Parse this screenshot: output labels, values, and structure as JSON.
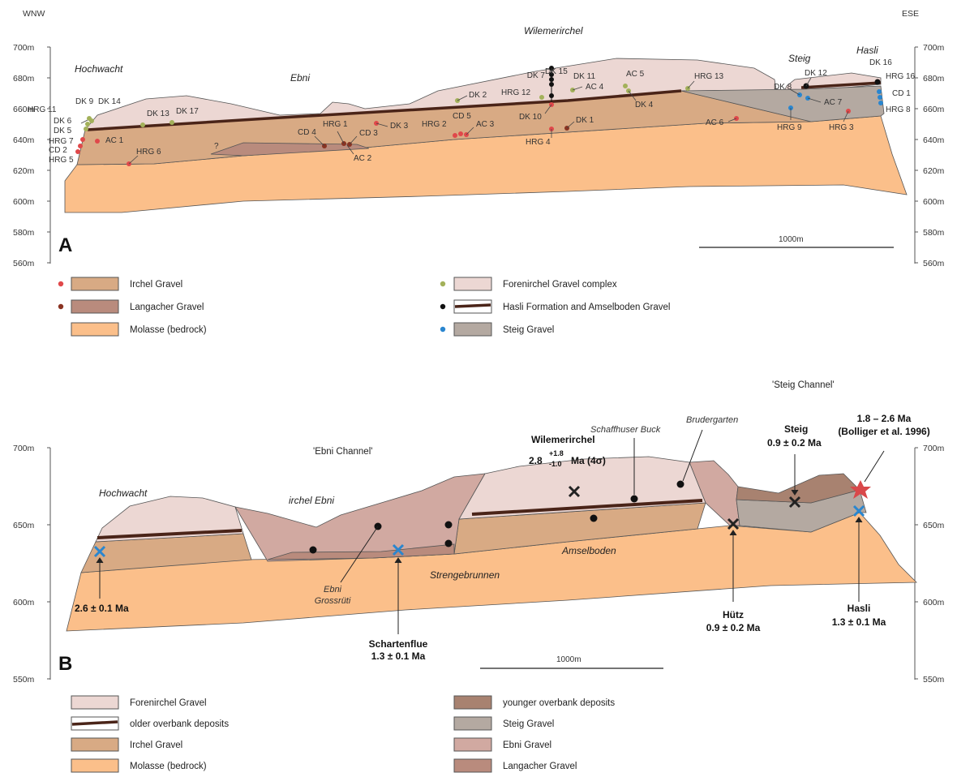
{
  "panel_a": {
    "letter": "A",
    "left_dir": "WNW",
    "right_dir": "ESE",
    "y_ticks": [
      "700m",
      "680m",
      "660m",
      "640m",
      "620m",
      "600m",
      "580m",
      "560m"
    ],
    "places": {
      "hochwacht": "Hochwacht",
      "ebni": "Ebni",
      "wilemerirchel": "Wilemerirchel",
      "steig": "Steig",
      "hasli": "Hasli"
    },
    "scale": "1000m",
    "question": "?",
    "samples": {
      "hrg11": "HRG 11",
      "dk9": "DK 9",
      "dk14": "DK 14",
      "dk6": "DK 6",
      "dk5": "DK 5",
      "hrg7": "HRG 7",
      "cd2": "CD 2",
      "hrg5": "HRG 5",
      "ac1": "AC 1",
      "dk13": "DK 13",
      "dk17": "DK 17",
      "hrg6": "HRG 6",
      "cd4": "CD 4",
      "hrg1": "HRG 1",
      "cd3": "CD 3",
      "ac2": "AC 2",
      "dk3": "DK 3",
      "hrg2": "HRG 2",
      "cd5": "CD 5",
      "ac3": "AC 3",
      "dk2": "DK 2",
      "dk7": "DK 7",
      "dk15": "DK 15",
      "dk11": "DK 11",
      "hrg12": "HRG 12",
      "ac4": "AC 4",
      "dk10": "DK 10",
      "hrg4": "HRG 4",
      "dk1": "DK 1",
      "ac5": "AC 5",
      "dk4": "DK 4",
      "hrg13": "HRG 13",
      "ac6": "AC 6",
      "dk8": "DK 8",
      "dk12": "DK 12",
      "ac7": "AC 7",
      "hrg9": "HRG 9",
      "hrg3": "HRG 3",
      "dk16": "DK 16",
      "hrg16": "HRG 16",
      "cd1": "CD 1",
      "hrg8": "HRG 8"
    },
    "legend": [
      {
        "label": "Irchel Gravel",
        "color": "#d8aa84",
        "dot": "#e0484a"
      },
      {
        "label": "Langacher Gravel",
        "color": "#b98b7d",
        "dot": "#8a3322"
      },
      {
        "label": "Molasse (bedrock)",
        "color": "#fbbf8a",
        "dot": ""
      },
      {
        "label": "Forenirchel Gravel complex",
        "color": "#ecd7d3",
        "dot": "#a3b15a"
      },
      {
        "label": "Hasli Formation and Amselboden Gravel",
        "color": "#4a2418",
        "dot": "#111111"
      },
      {
        "label": "Steig Gravel",
        "color": "#b4a9a1",
        "dot": "#2a86cf"
      }
    ]
  },
  "panel_b": {
    "letter": "B",
    "y_ticks": [
      "700m",
      "650m",
      "600m",
      "550m"
    ],
    "places": {
      "hochwacht": "Hochwacht",
      "irchel_ebni": "irchel Ebni",
      "ebni_channel": "'Ebni Channel'",
      "schaffhuser_buck": "Schaffhuser Buck",
      "brudergarten": "Brudergarten",
      "steig_channel": "'Steig Channel'",
      "amselboden": "Amselboden",
      "strengebrunnen": "Strengebrunnen",
      "ebni": "Ebni",
      "grossruti": "Grossrüti"
    },
    "ages": {
      "wilemerirchel_name": "Wilemerirchel",
      "wilemerirchel_base": "2.8",
      "wilemerirchel_sup": "+1.8",
      "wilemerirchel_sub": "-1.0",
      "wilemerirchel_unit": "Ma (4σ)",
      "steig_name": "Steig",
      "steig_age": "0.9 ± 0.2 Ma",
      "bolliger_age": "1.8 – 2.6 Ma",
      "bolliger_ref": "(Bolliger et al. 1996)",
      "hochwacht_age": "2.6 ± 0.1 Ma",
      "schartenflue_name": "Schartenflue",
      "schartenflue_age": "1.3 ± 0.1 Ma",
      "hutz_name": "Hütz",
      "hutz_age": "0.9 ± 0.2 Ma",
      "hasli_name": "Hasli",
      "hasli_age": "1.3 ± 0.1 Ma"
    },
    "scale": "1000m",
    "legend": [
      {
        "label": "Forenirchel Gravel",
        "color": "#ecd7d3"
      },
      {
        "label": "older overbank deposits",
        "color": "#4a2418"
      },
      {
        "label": "Irchel Gravel",
        "color": "#d8aa84"
      },
      {
        "label": "Molasse (bedrock)",
        "color": "#fbbf8a"
      },
      {
        "label": "younger overbank deposits",
        "color": "#a88270"
      },
      {
        "label": "Steig Gravel",
        "color": "#b4a9a1"
      },
      {
        "label": "Ebni Gravel",
        "color": "#d1a9a1"
      },
      {
        "label": "Langacher Gravel",
        "color": "#b98b7d"
      }
    ]
  }
}
